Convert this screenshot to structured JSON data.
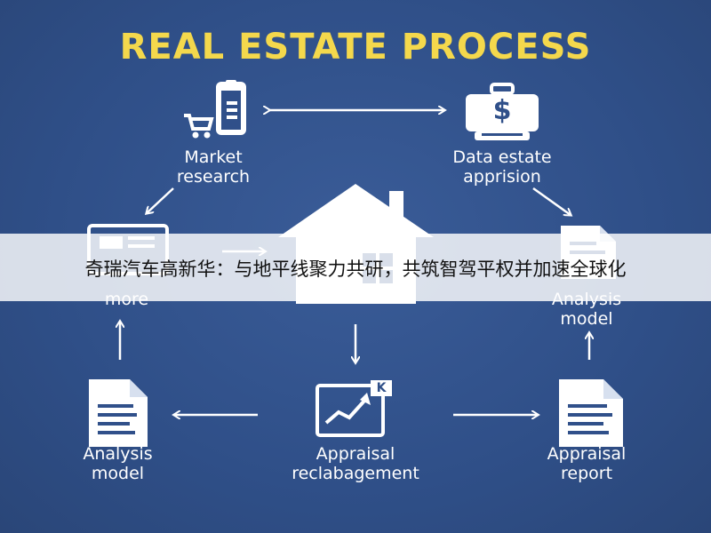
{
  "diagram": {
    "title": "REAL ESTATE PROCESS",
    "nodes": {
      "market_research": {
        "line1": "Market",
        "line2": "research"
      },
      "data_appraisal": {
        "line1": "Data estate",
        "line2": "apprision"
      },
      "more": {
        "line1": "more"
      },
      "analysis_top_right": {
        "line1": "Analysis",
        "line2": "model"
      },
      "analysis_bottom_left": {
        "line1": "Analysis",
        "line2": "model"
      },
      "appraisal_management": {
        "line1": "Appraisal",
        "line2": "reclabagement"
      },
      "appraisal_report": {
        "line1": "Appraisal",
        "line2": "report"
      }
    },
    "icon_glyphs": {
      "dollar": "$",
      "k_badge": "K"
    }
  },
  "banner": {
    "text": "奇瑞汽车高新华：与地平线聚力共研，共筑智驾平权并加速全球化"
  },
  "colors": {
    "background": "#30508a",
    "title": "#f4d84c",
    "icon": "#ffffff",
    "banner_bg": "#ffffff"
  }
}
